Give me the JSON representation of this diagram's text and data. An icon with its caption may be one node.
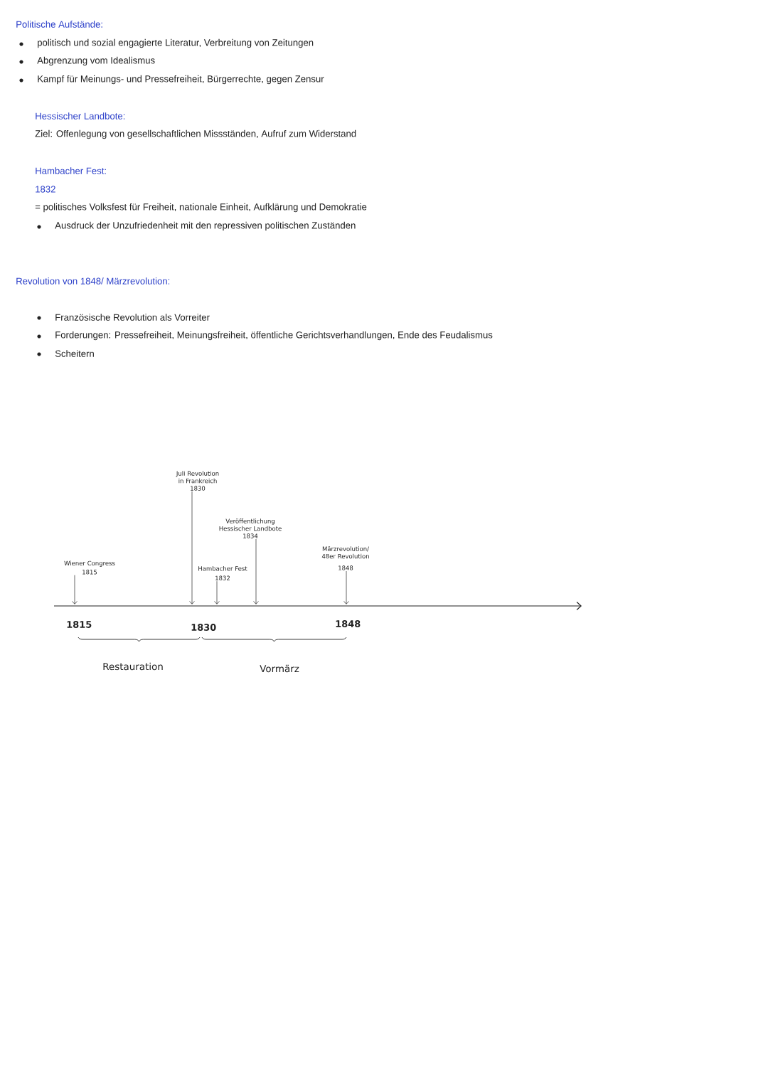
{
  "diagram": {
    "nodes": [
      {
        "text": [
          "Wiener Congress",
          "1815"
        ]
      },
      {
        "text": [
          "Juli Revolution in Frankreich",
          "1830"
        ]
      },
      {
        "text": [
          "Veröffentlichung Hessischer Landbote",
          "1834"
        ]
      },
      {
        "text": [
          "Hambacher Fest",
          "1832"
        ]
      },
      {
        "text": [
          "Märzrevolution/ 48er Revolution",
          "1848"
        ]
      },
      {
        "text": [],
        "shape": "arrow"
      }
    ],
    "edges": [
      {
        "from": 0,
        "to": 5,
        "arrow": "to"
      },
      {
        "from": 1,
        "to": 5,
        "arrow": "to"
      },
      {
        "from": 2,
        "to": 5,
        "arrow": "to"
      },
      {
        "from": 3,
        "to": 5,
        "arrow": "to"
      },
      {
        "from": 4,
        "to": 5,
        "arrow": "to"
      }
    ],
    "labels": [
      "Politische Aufstände:",
      "politisch und sozial engagierte Literatur, Verbreitung von Zeitungen",
      "Abgrenzung vom Idealismus",
      "Kampf für Meinungs- und Pressefreiheit, Bürgerrechte, gegen Zensur",
      "Hessischer Landbote:",
      "Ziel: Offenlegung von gesellschaftlichen Missständen, Aufruf zum Widerstand",
      "Hambacher Fest:",
      "1832",
      "= politisches Volksfest für Freiheit, nationale Einheit, Aufklärung und Demokratie",
      "Ausdruck der Unzufriedenheit mit den repressiven politischen Zuständen",
      "Revolution von 1848/ Märzrevolution:",
      "Französische Revolution als Vorreiter",
      "Forderungen: Pressefreiheit, Meinungsfreiheit, öffentliche Gerichtsverhandlungen, Ende des Feudalismus",
      "Scheitern",
      "1815",
      "1830",
      "1848",
      "Restauration",
      "Vormärz"
    ]
  }
}
